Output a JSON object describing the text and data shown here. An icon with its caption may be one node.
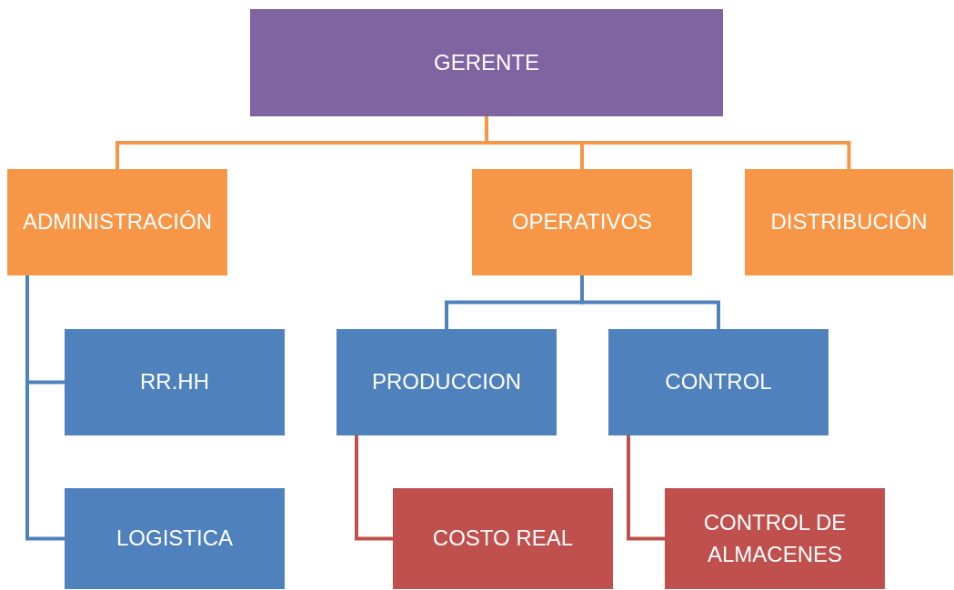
{
  "diagram": {
    "nodes": [
      {
        "text": [
          "GERENTE"
        ]
      },
      {
        "text": [
          "ADMINISTRACIÓN"
        ]
      },
      {
        "text": [
          "OPERATIVOS"
        ]
      },
      {
        "text": [
          "DISTRIBUCIÓN"
        ]
      },
      {
        "text": [
          "RR.HH"
        ]
      },
      {
        "text": [
          "LOGISTICA"
        ]
      },
      {
        "text": [
          "PRODUCCION"
        ]
      },
      {
        "text": [
          "CONTROL"
        ]
      },
      {
        "text": [
          "COSTO REAL"
        ]
      },
      {
        "text": [
          "CONTROL DE ALMACENES"
        ]
      }
    ],
    "edges": [
      {
        "from": 0,
        "to": 1,
        "arrow": "none",
        "color": "#f79646"
      },
      {
        "from": 0,
        "to": 2,
        "arrow": "none",
        "color": "#f79646"
      },
      {
        "from": 0,
        "to": 3,
        "arrow": "none",
        "color": "#f79646"
      },
      {
        "from": 1,
        "to": 4,
        "arrow": "none"
      },
      {
        "from": 1,
        "to": 5,
        "arrow": "none"
      },
      {
        "from": 2,
        "to": 6,
        "arrow": "none"
      },
      {
        "from": 2,
        "to": 7,
        "arrow": "none"
      },
      {
        "from": 6,
        "to": 8,
        "arrow": "none",
        "color": "#c0504d"
      },
      {
        "from": 7,
        "to": 9,
        "arrow": "none",
        "color": "#c0504d"
      }
    ]
  }
}
